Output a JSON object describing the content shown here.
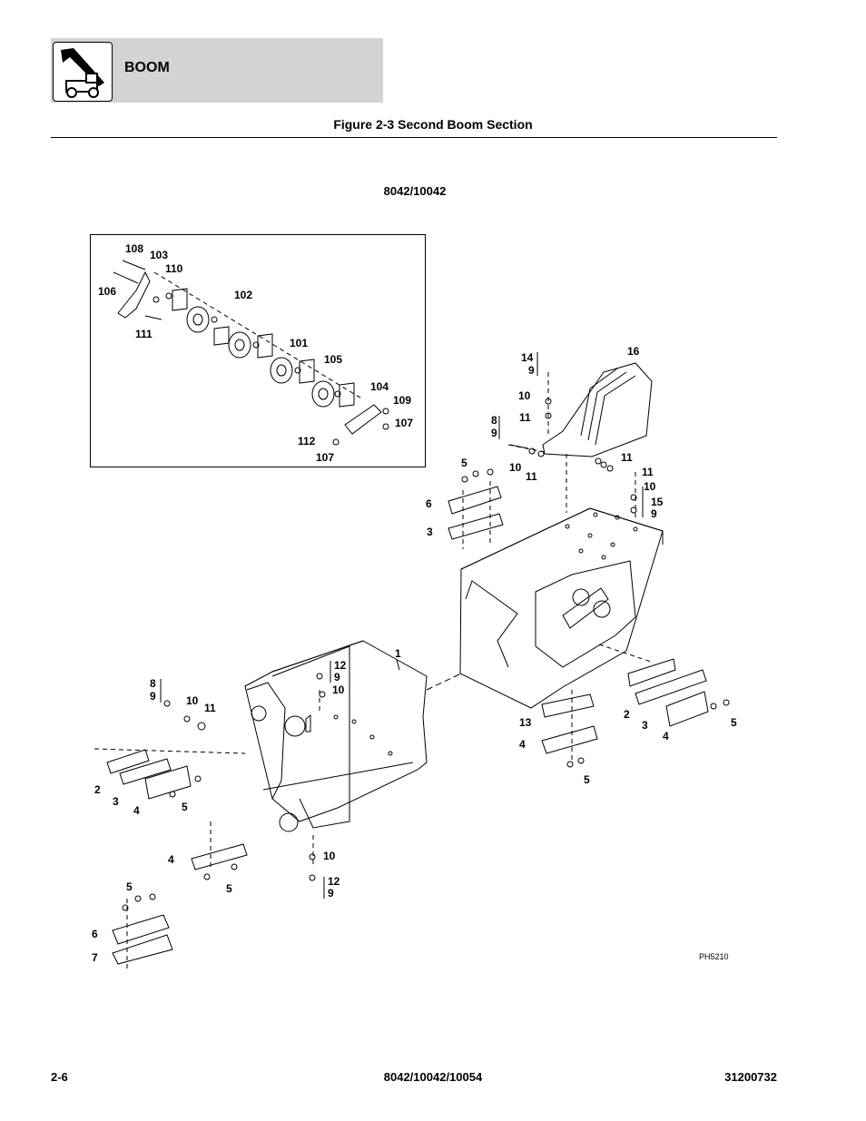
{
  "header": {
    "section_title": "BOOM",
    "icon": "telehandler-icon"
  },
  "figure": {
    "title": "Figure 2-3 Second Boom Section",
    "model": "8042/10042",
    "drawing_id": "PH5210"
  },
  "inset_callouts": [
    "108",
    "103",
    "110",
    "106",
    "111",
    "102",
    "101",
    "105",
    "104",
    "109",
    "107",
    "112",
    "107"
  ],
  "main_callouts": [
    "14",
    "9",
    "16",
    "10",
    "11",
    "8",
    "9",
    "10",
    "11",
    "11",
    "11",
    "10",
    "15",
    "9",
    "5",
    "6",
    "3",
    "1",
    "12",
    "9",
    "10",
    "8",
    "9",
    "10",
    "11",
    "2",
    "3",
    "4",
    "5",
    "13",
    "4",
    "5",
    "2",
    "3",
    "4",
    "5",
    "4",
    "5",
    "10",
    "12",
    "9",
    "5",
    "6",
    "7"
  ],
  "footer": {
    "page": "2-6",
    "models": "8042/10042/10054",
    "doc_number": "31200732"
  }
}
